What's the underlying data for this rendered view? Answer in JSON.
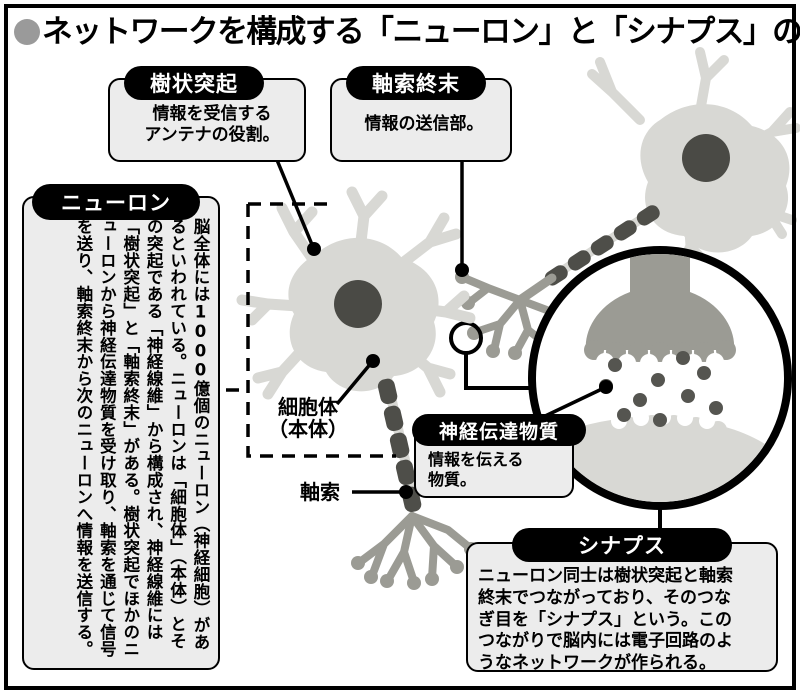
{
  "page": {
    "title": "ネットワークを構成する「ニューロン」と「シナプス」の働き",
    "bullet_color": "#9a9a9a",
    "frame_color": "#000000"
  },
  "palette": {
    "cell_body": "#d8d8d4",
    "nucleus": "#4a4a45",
    "axon_terminal": "#9b9b94",
    "myelin": "#4e4e49",
    "bubble_fill": "#ececec",
    "outline": "#000000"
  },
  "callouts": [
    {
      "id": "dendrite",
      "title": "樹状突起",
      "body": "情報を受信する\nアンテナの役割。"
    },
    {
      "id": "axon-terminal",
      "title": "軸索終末",
      "body": "情報の送信部。"
    },
    {
      "id": "neurotransmitter",
      "title": "神経伝達物質",
      "body": "情報を伝える\n物質。"
    },
    {
      "id": "synapse",
      "title": "シナプス",
      "body": "ニューロン同士は樹状突起と軸索\n終末でつながっており、そのつな\nぎ目を「シナプス」という。この\nつながりで脳内には電子回路のよ\nうなネットワークが作られる。"
    }
  ],
  "neuron_panel": {
    "title": "ニューロン",
    "body": "脳全体には1000億個のニューロン（神経細胞）があるといわれている。ニューロンは「細胞体」（本体）とその突起である「神経線維」から構成され、神経線維には「樹状突起」と「軸索終末」がある。樹状突起でほかのニューロンから神経伝達物質を受け取り、軸索を通じて信号を送り、軸索終末から次のニューロンへ情報を送信する。"
  },
  "art_labels": [
    {
      "id": "cell-body",
      "text": "細胞体\n（本体）"
    },
    {
      "id": "axon",
      "text": "軸索"
    }
  ]
}
